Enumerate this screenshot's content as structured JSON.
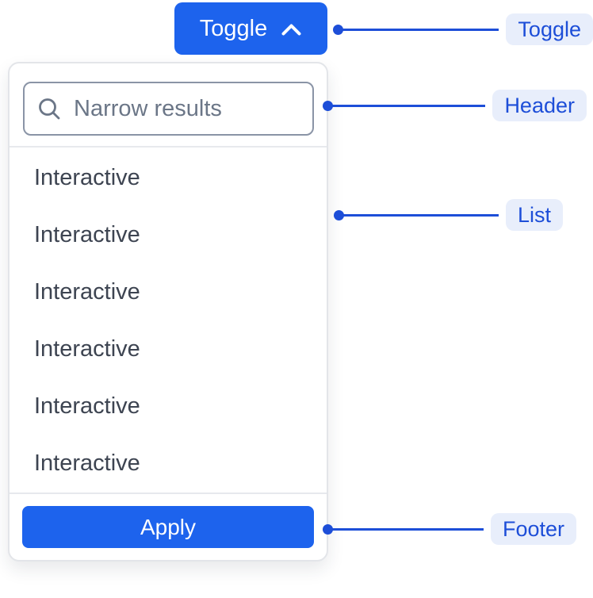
{
  "toggle_button": {
    "label": "Toggle"
  },
  "dropdown": {
    "header": {
      "search_placeholder": "Narrow results"
    },
    "list_items": [
      "Interactive",
      "Interactive",
      "Interactive",
      "Interactive",
      "Interactive",
      "Interactive"
    ],
    "footer": {
      "apply_label": "Apply"
    }
  },
  "annotations": [
    {
      "label": "Toggle"
    },
    {
      "label": "Header"
    },
    {
      "label": "List"
    },
    {
      "label": "Footer"
    }
  ],
  "icons": {
    "toggle": "chevron-up-icon",
    "search": "search-icon"
  },
  "colors": {
    "primary_blue": "#1d63ed",
    "annotation_blue": "#1d4ed8",
    "annotation_pill_bg": "#e8eefb",
    "list_text": "#3d4451",
    "placeholder_text": "#6b7687",
    "input_border": "#8a94a6",
    "panel_border": "#e3e5e9"
  }
}
